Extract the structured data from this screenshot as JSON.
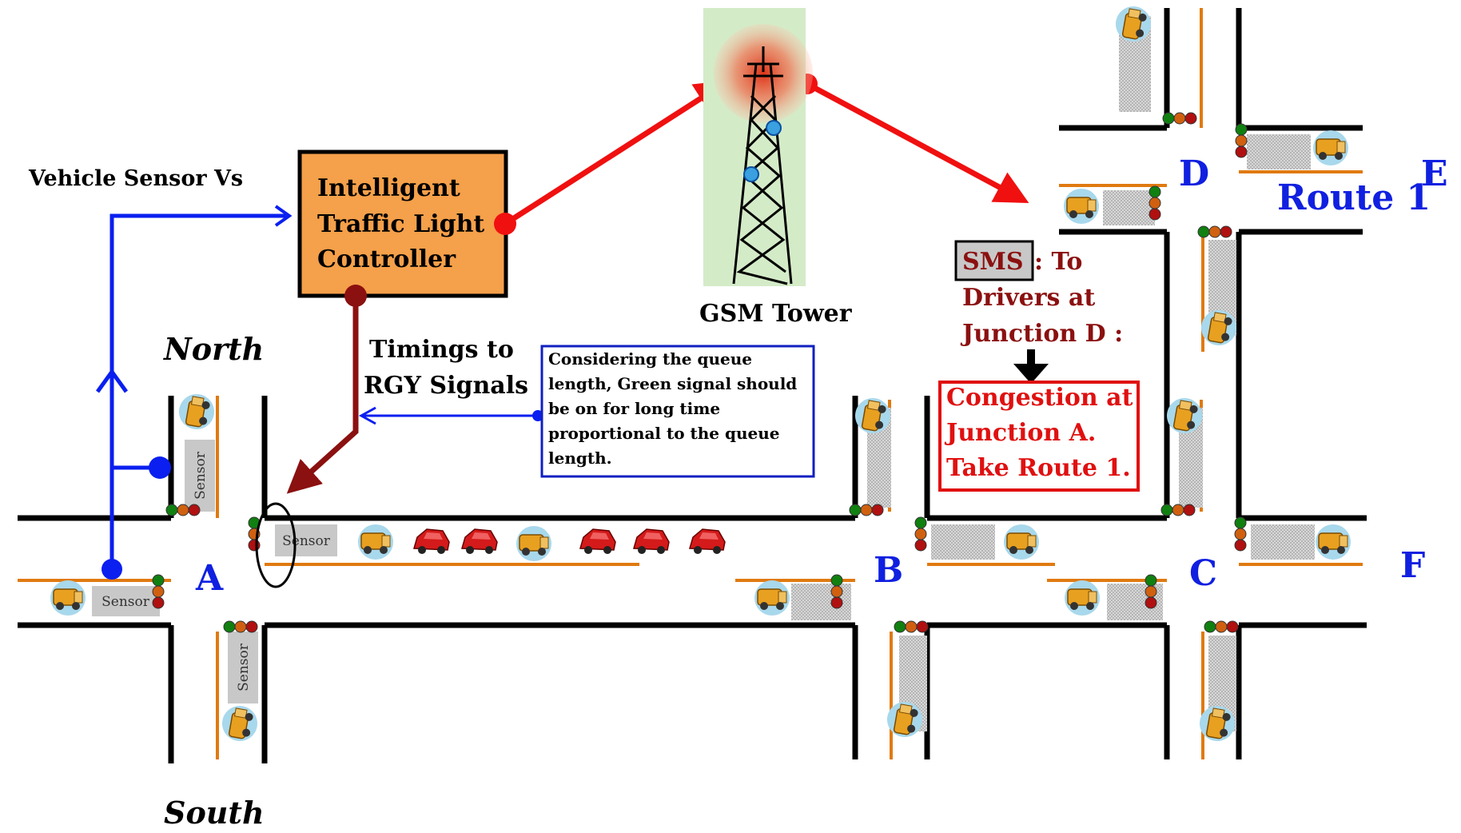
{
  "labels": {
    "vehicle_sensor": "Vehicle Sensor Vs",
    "controller_lines": [
      "Intelligent",
      "Traffic Light",
      "Controller"
    ],
    "gsm_tower": "GSM Tower",
    "north": "North",
    "south": "South",
    "timings_lines": [
      "Timings to",
      "RGY Signals"
    ],
    "note_lines": [
      "Considering the queue",
      "length, Green signal should",
      "be on for long time",
      "proportional to the queue",
      "length."
    ],
    "sms": "SMS",
    "sms_rest_lines": [
      ": To",
      "Drivers at",
      "Junction D :"
    ],
    "congestion_lines": [
      "Congestion at",
      "Junction A.",
      "Take Route 1."
    ],
    "route": "Route 1",
    "sensor": "Sensor",
    "junctions": {
      "a": "A",
      "b": "B",
      "c": "C",
      "d": "D",
      "e": "E",
      "f": "F"
    }
  },
  "colors": {
    "road": "#000000",
    "controller_fill": "#f5a04a",
    "blue_arrow": "#0a1ff0",
    "red_arrow": "#f01010",
    "dark_red": "#8b1010",
    "junction_label": "#1020e0",
    "congestion_text": "#e01010",
    "sms_box": "#c8c8c8",
    "lane_stripe": "#e07a10",
    "queue_gray": "#b8b8b8"
  }
}
